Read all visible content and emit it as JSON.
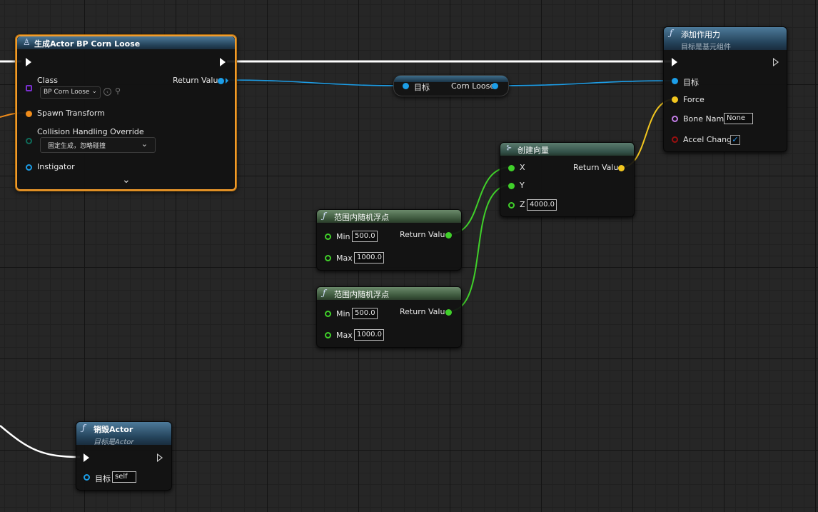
{
  "spawn_node": {
    "title": "生成Actor BP Corn Loose",
    "class_label": "Class",
    "class_value": "BP Corn Loose",
    "return_label": "Return Value",
    "spawn_transform": "Spawn Transform",
    "collision_label": "Collision Handling Override",
    "collision_value": "固定生成，忽略碰撞",
    "instigator": "Instigator"
  },
  "cast_node": {
    "target_label": "目标",
    "output_label": "Corn Loose"
  },
  "add_force_node": {
    "title": "添加作用力",
    "subtitle": "目标是基元组件",
    "target_label": "目标",
    "force_label": "Force",
    "bone_name_label": "Bone Name",
    "bone_name_value": "None",
    "accel_change_label": "Accel Change",
    "accel_change_checked": true
  },
  "make_vector_node": {
    "title": "创建向量",
    "x_label": "X",
    "y_label": "Y",
    "z_label": "Z",
    "z_value": "4000.0",
    "return_label": "Return Value"
  },
  "random_float_nodes": [
    {
      "title": "范围内随机浮点",
      "min_label": "Min",
      "min_value": "500.0",
      "max_label": "Max",
      "max_value": "1000.0",
      "return_label": "Return Value"
    },
    {
      "title": "范围内随机浮点",
      "min_label": "Min",
      "min_value": "500.0",
      "max_label": "Max",
      "max_value": "1000.0",
      "return_label": "Return Value"
    }
  ],
  "destroy_node": {
    "title": "销毁Actor",
    "subtitle": "目标是Actor",
    "target_label": "目标",
    "target_value": "self"
  },
  "colors": {
    "exec_wire": "#ffffff",
    "object_pin": "#1c9ee8",
    "struct_pin": "#f08c1a",
    "vector_pin": "#f2c61f",
    "float_pin": "#40d02a",
    "name_pin": "#c47ee8",
    "bool_pin": "#9b1010",
    "selection": "#f19b2c"
  },
  "icons": {
    "function": "function-f-icon",
    "spawn": "spawn-actor-icon",
    "make_struct": "make-struct-icon",
    "dropdown": "chevron-down-icon",
    "clear": "clear-circle-icon",
    "browse": "magnifier-icon",
    "expand": "expand-chevron-icon"
  }
}
